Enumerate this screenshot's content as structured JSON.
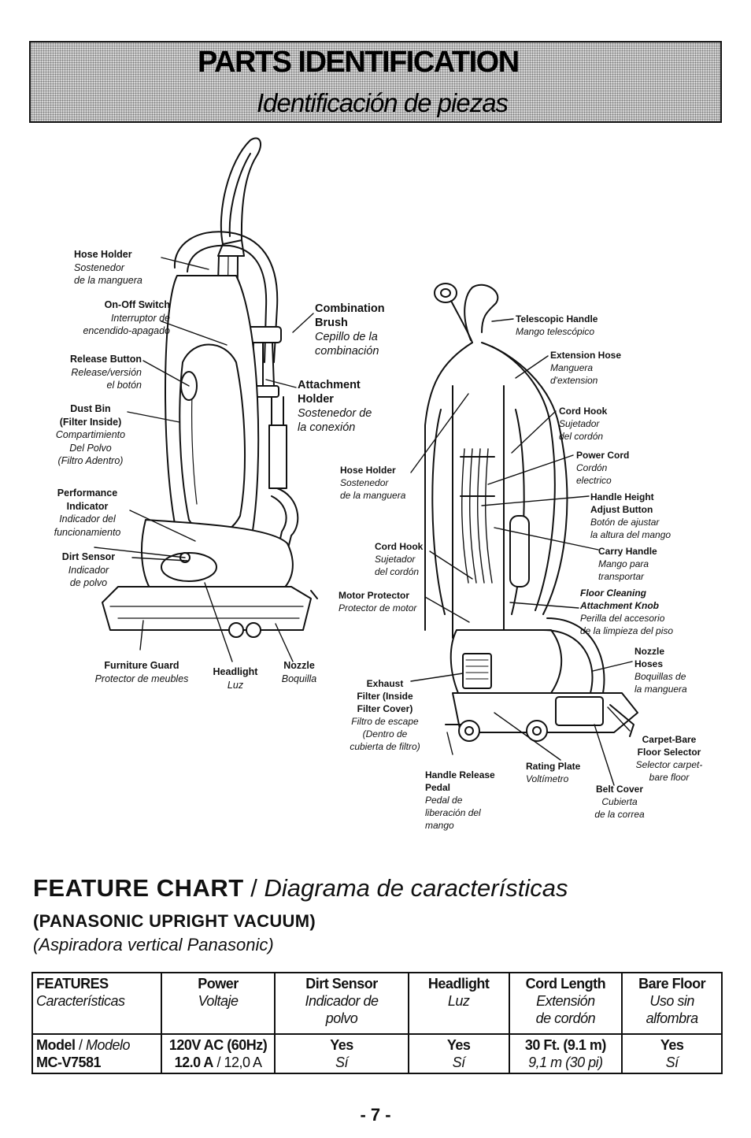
{
  "header": {
    "title": "PARTS IDENTIFICATION",
    "subtitle": "Identificación de piezas"
  },
  "left_labels": {
    "hose_holder": {
      "en": "Hose Holder",
      "es1": "Sostenedor",
      "es2": "de la manguera"
    },
    "on_off": {
      "en": "On-Off Switch",
      "es1": "Interruptor de",
      "es2": "encendido-apagado"
    },
    "release": {
      "en": "Release Button",
      "es1": "Release/versión",
      "es2": "el botón"
    },
    "dust_bin": {
      "en1": "Dust Bin",
      "en2": "(Filter Inside)",
      "es1": "Compartimiento",
      "es2": "Del Polvo",
      "es3": "(Filtro Adentro)"
    },
    "performance": {
      "en1": "Performance",
      "en2": "Indicator",
      "es1": "Indicador del",
      "es2": "funcionamiento"
    },
    "dirt_sensor": {
      "en": "Dirt Sensor",
      "es1": "Indicador",
      "es2": "de polvo"
    },
    "furniture_guard": {
      "en": "Furniture Guard",
      "es": "Protector de meubles"
    },
    "headlight": {
      "en": "Headlight",
      "es": "Luz"
    },
    "nozzle": {
      "en": "Nozzle",
      "es": "Boquilla"
    },
    "combination": {
      "en1": "Combination",
      "en2": "Brush",
      "es1": "Cepillo de la",
      "es2": "combinación"
    },
    "attachment": {
      "en1": "Attachment",
      "en2": "Holder",
      "es1": "Sostenedor de",
      "es2": "la conexión"
    }
  },
  "right_labels": {
    "telescopic": {
      "en": "Telescopic Handle",
      "es": "Mango telescópico"
    },
    "extension": {
      "en": "Extension Hose",
      "es1": "Manguera",
      "es2": "d'extension"
    },
    "cord_hook_r": {
      "en": "Cord Hook",
      "es1": "Sujetador",
      "es2": "del cordón"
    },
    "power_cord": {
      "en": "Power Cord",
      "es1": "Cordón",
      "es2": "electrico"
    },
    "handle_height": {
      "en1": "Handle Height",
      "en2": "Adjust Button",
      "es1": "Botón de ajustar",
      "es2": "la altura del mango"
    },
    "carry": {
      "en": "Carry Handle",
      "es1": "Mango para",
      "es2": "transportar"
    },
    "floor_knob": {
      "en1": "Floor Cleaning",
      "en2": "Attachment Knob",
      "es1": "Perilla del accesorio",
      "es2": "de la limpieza del piso"
    },
    "nozzle_hoses": {
      "en1": "Nozzle",
      "en2": "Hoses",
      "es1": "Boquillas de",
      "es2": "la manguera"
    },
    "carpet": {
      "en1": "Carpet-Bare",
      "en2": "Floor Selector",
      "es1": "Selector carpet-",
      "es2": "bare floor"
    },
    "belt_cover": {
      "en": "Belt Cover",
      "es1": "Cubierta",
      "es2": "de la correa"
    },
    "rating_plate": {
      "en": "Rating Plate",
      "es": "Voltímetro"
    },
    "handle_release": {
      "en1": "Handle Release",
      "en2": "Pedal",
      "es1": "Pedal de",
      "es2": "liberación del",
      "es3": "mango"
    },
    "exhaust": {
      "en1": "Exhaust",
      "en2": "Filter (Inside",
      "en3": "Filter Cover)",
      "es1": "Filtro de escape",
      "es2": "(Dentro de",
      "es3": "cubierta de filtro)"
    },
    "motor": {
      "en": "Motor Protector",
      "es": "Protector de motor"
    },
    "cord_hook_l": {
      "en": "Cord Hook",
      "es1": "Sujetador",
      "es2": "del cordón"
    },
    "hose_holder_r": {
      "en": "Hose Holder",
      "es1": "Sostenedor",
      "es2": "de la manguera"
    }
  },
  "feature_chart": {
    "title_en": "FEATURE CHART",
    "slash": " / ",
    "title_es": "Diagrama de características",
    "sub_en": "(PANASONIC UPRIGHT VACUUM)",
    "sub_es": "(Aspiradora vertical Panasonic)",
    "headers": [
      {
        "en": "FEATURES",
        "es": "Características",
        "es2": ""
      },
      {
        "en": "Power",
        "es": "Voltaje",
        "es2": ""
      },
      {
        "en": "Dirt Sensor",
        "es": "Indicador de",
        "es2": "polvo"
      },
      {
        "en": "Headlight",
        "es": "Luz",
        "es2": ""
      },
      {
        "en": "Cord Length",
        "es": "Extensión",
        "es2": "de cordón"
      },
      {
        "en": "Bare Floor",
        "es": "Uso sin",
        "es2": "alfombra"
      }
    ],
    "model_label": "Model",
    "model_label_es": "Modelo",
    "model_number": "MC-V7581",
    "power_1": "120V AC (60Hz)",
    "power_2a": "12.0 A",
    "power_2b": "12,0 A",
    "dirt": {
      "en": "Yes",
      "es": "Sí"
    },
    "headlight": {
      "en": "Yes",
      "es": "Sí"
    },
    "cord": {
      "en": "30 Ft. (9.1 m)",
      "es": "9,1 m (30 pi)"
    },
    "bare": {
      "en": "Yes",
      "es": "Sí"
    }
  },
  "page_number": "- 7 -"
}
